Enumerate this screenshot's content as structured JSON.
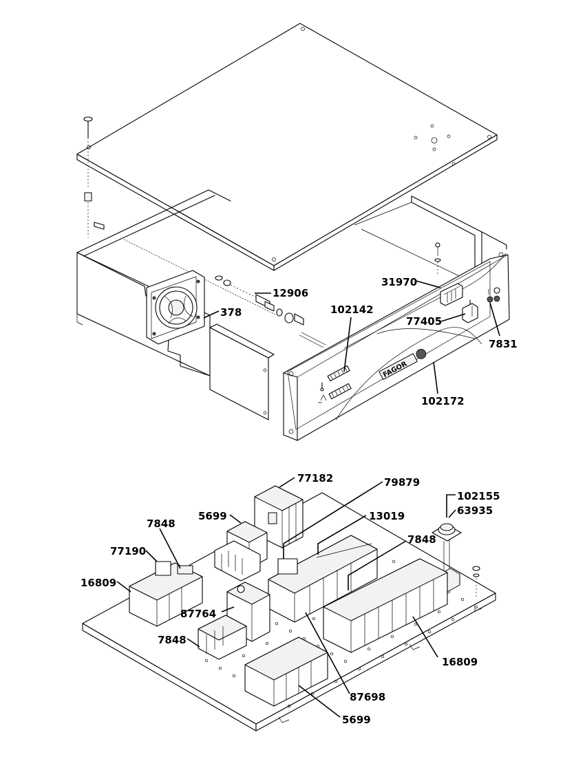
{
  "labels": {
    "fan_bracket": "12906",
    "fan": "378",
    "connector_31970": "31970",
    "display_102142": "102142",
    "switch_77405": "77405",
    "led_7831": "7831",
    "front_panel": "102172",
    "relay_77182": "77182",
    "relay_79879": "79879",
    "relay_5699_top": "5699",
    "relay_13019": "13019",
    "pot_102155": "102155",
    "pot_63935": "63935",
    "relay_7848_a": "7848",
    "relay_7848_b": "7848",
    "relay_77190": "77190",
    "terminal_16809_a": "16809",
    "relay_87764": "87764",
    "relay_7848_c": "7848",
    "terminal_16809_b": "16809",
    "relay_87698": "87698",
    "relay_5699_bottom": "5699"
  },
  "brand_logo": "FAGOR"
}
